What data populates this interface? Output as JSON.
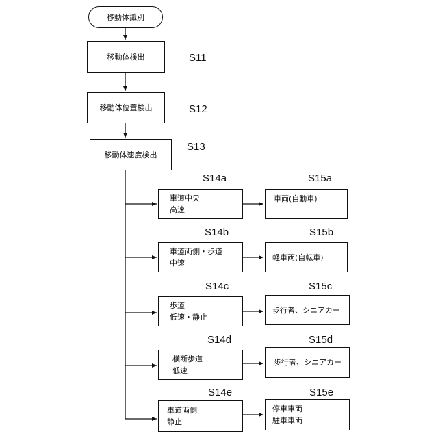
{
  "start": {
    "label": "移動体識別"
  },
  "steps": [
    {
      "id": "S11",
      "label": "移動体検出"
    },
    {
      "id": "S12",
      "label": "移動体位置検出"
    },
    {
      "id": "S13",
      "label": "移動体速度検出"
    }
  ],
  "branches": [
    {
      "cond_id": "S14a",
      "cond_lines": [
        "車道中央",
        "高速"
      ],
      "result_id": "S15a",
      "result_lines": [
        "車両(自動車)"
      ]
    },
    {
      "cond_id": "S14b",
      "cond_lines": [
        "車道両側・歩道",
        "中速"
      ],
      "result_id": "S15b",
      "result_lines": [
        "軽車両(自転車)"
      ]
    },
    {
      "cond_id": "S14c",
      "cond_lines": [
        "歩道",
        "低速・静止"
      ],
      "result_id": "S15c",
      "result_lines": [
        "歩行者、シニアカー"
      ]
    },
    {
      "cond_id": "S14d",
      "cond_lines": [
        "横断歩道",
        "低速"
      ],
      "result_id": "S15d",
      "result_lines": [
        "歩行者、シニアカー"
      ]
    },
    {
      "cond_id": "S14e",
      "cond_lines": [
        "車道両側",
        "静止"
      ],
      "result_id": "S15e",
      "result_lines": [
        "停車車両",
        "駐車車両"
      ]
    }
  ]
}
